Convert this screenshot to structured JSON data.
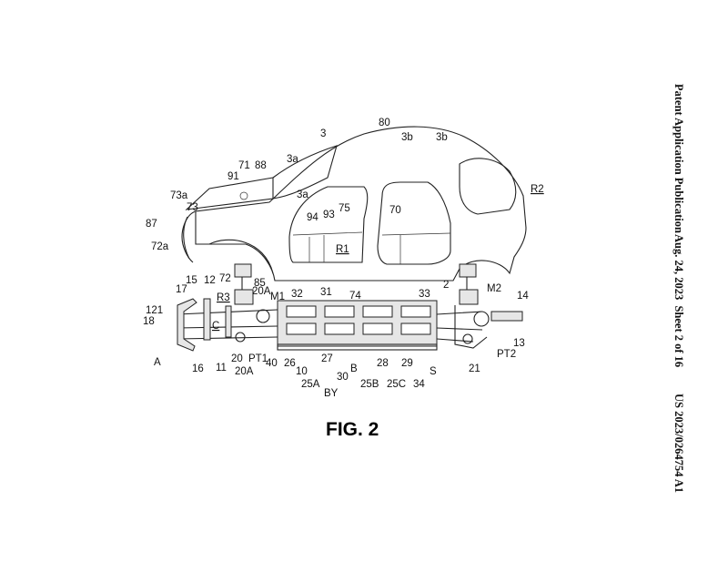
{
  "header": {
    "publication_type": "Patent Application Publication",
    "date_sheet": "Aug. 24, 2023  Sheet 2 of 16",
    "publication_number": "US 2023/0264754 A1"
  },
  "figure": {
    "caption": "FIG. 2",
    "labels": [
      "80",
      "3",
      "3b",
      "3b",
      "3a",
      "71",
      "88",
      "91",
      "3a",
      "75",
      "94",
      "93",
      "70",
      "73a",
      "73",
      "87",
      "72a",
      "R1",
      "R2",
      "85",
      "72",
      "15",
      "12",
      "17",
      "R3",
      "20A",
      "M1",
      "32",
      "31",
      "74",
      "33",
      "2",
      "M2",
      "14",
      "121",
      "18",
      "C",
      "A",
      "16",
      "11",
      "20",
      "20A",
      "PT1",
      "40",
      "26",
      "27",
      "10",
      "B",
      "28",
      "29",
      "30",
      "25A",
      "25B",
      "25C",
      "34",
      "S",
      "BY",
      "21",
      "PT2",
      "13"
    ]
  }
}
